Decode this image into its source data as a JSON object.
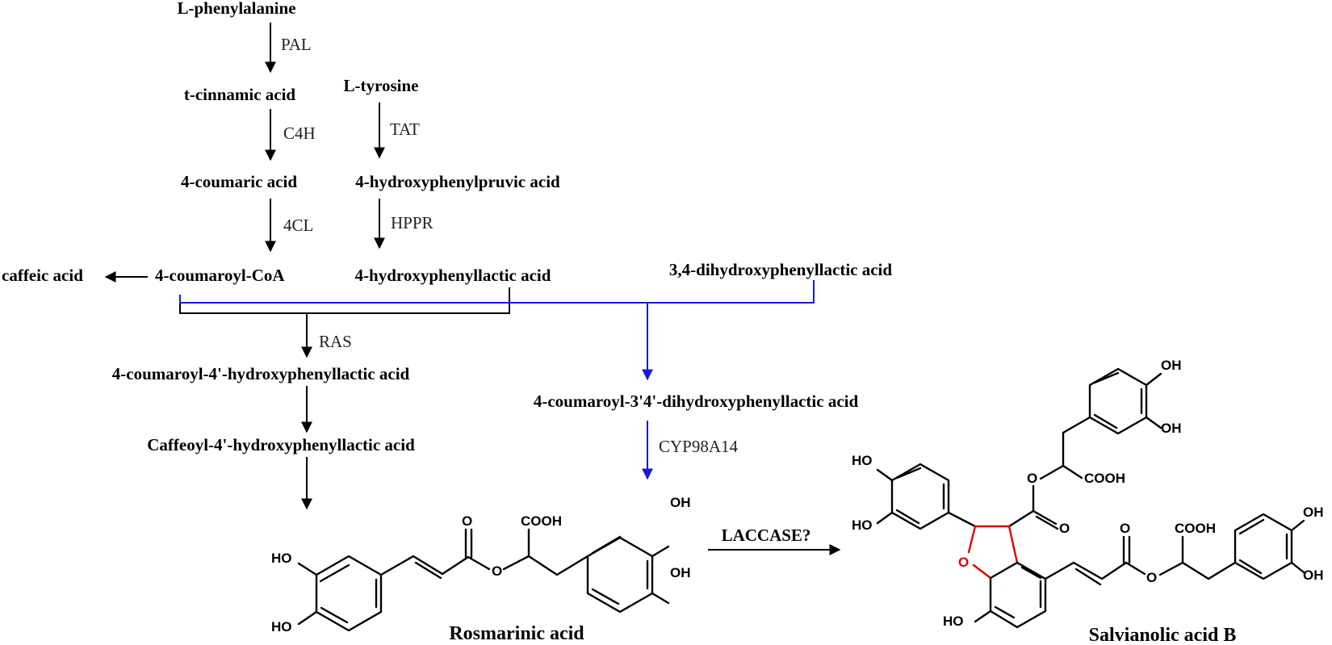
{
  "compounds": {
    "l_phenylalanine": "L-phenylalanine",
    "t_cinnamic_acid": "t-cinnamic acid",
    "l_tyrosine": "L-tyrosine",
    "coumaric_acid": "4-coumaric acid",
    "hydroxyphenylpyruvic_acid": "4-hydroxyphenylpruvic acid",
    "caffeic_acid": "caffeic acid",
    "coumaroyl_coa": "4-coumaroyl-CoA",
    "hydroxyphenyllactic_acid": "4-hydroxyphenyllactic acid",
    "dihydroxyphenyllactic_acid": "3,4-dihydroxyphenyllactic acid",
    "coumaroyl_hpl": "4-coumaroyl-4'-hydroxyphenyllactic acid",
    "coumaroyl_dhpl": "4-coumaroyl-3'4'-dihydroxyphenyllactic acid",
    "caffeoyl_hpl": "Caffeoyl-4'-hydroxyphenyllactic acid",
    "rosmarinic_acid": "Rosmarinic acid",
    "salvianolic_acid_b": "Salvianolic acid B"
  },
  "enzymes": {
    "pal": "PAL",
    "c4h": "C4H",
    "cl4": "4CL",
    "tat": "TAT",
    "hppr": "HPPR",
    "ras": "RAS",
    "cyp": "CYP98A14",
    "laccase": "LACCASE?"
  },
  "atoms": {
    "ho": "HO",
    "oh": "OH",
    "o": "O",
    "cooh": "COOH"
  },
  "colors": {
    "main_pathway": "#000000",
    "alt_pathway": "#1a1ad6",
    "highlight_ring": "#e00000"
  }
}
